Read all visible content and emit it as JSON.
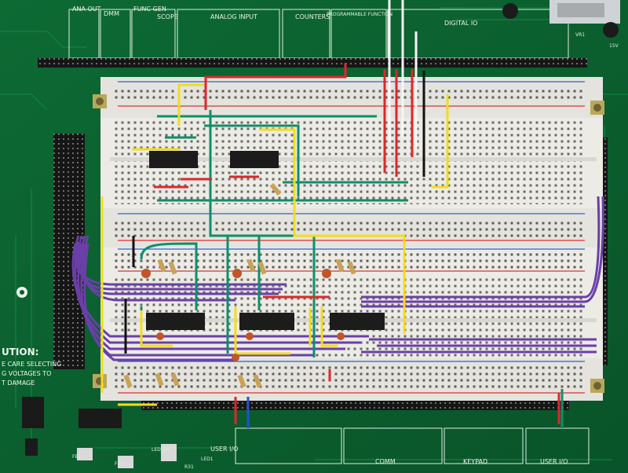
{
  "board_labels": {
    "top": [
      "ANA OUT",
      "DMM",
      "FUNC GEN",
      "SCOPE",
      "ANALOG INPUT",
      "COUNTERS",
      "PROGRAMMABLE FUNCTION",
      "DIGITAL IO"
    ],
    "bottom": [
      "USER I/O",
      "COMM",
      "KEYPAD",
      "USER I/O"
    ],
    "left_leds": [
      "LED_EN",
      "FB1",
      "FB5",
      "LED1",
      "R31"
    ],
    "right_small": [
      "15V",
      "VR1"
    ]
  },
  "caution": {
    "title": "UTION:",
    "lines": [
      "E CARE SELECTING",
      "G VOLTAGES TO",
      "T DAMAGE"
    ]
  },
  "colors": {
    "pcb": "#0b5b2c",
    "breadboard": "#ecebe6",
    "wire_red": "#e0262a",
    "wire_yellow": "#f2dc1e",
    "wire_green": "#0e8f6a",
    "wire_purple": "#6a3fa8",
    "wire_white": "#f6f6f6",
    "wire_black": "#111111"
  },
  "icons": {
    "logo": "company-logo-icon",
    "chip": "dip-ic-chip-icon",
    "resistor": "resistor-icon",
    "capacitor": "capacitor-icon"
  }
}
